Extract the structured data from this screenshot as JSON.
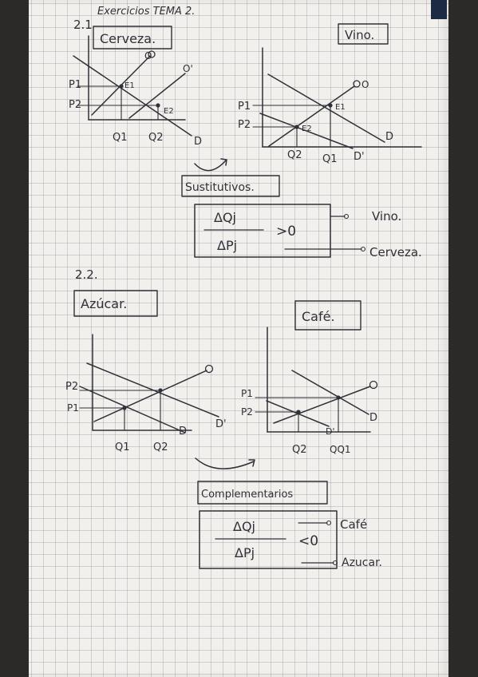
{
  "heading": "Exercicios TEMA 2.",
  "exercise1": {
    "number": "2.1",
    "graph_left": {
      "title": "Cerveza.",
      "price_labels": [
        "P1",
        "P2"
      ],
      "quantity_labels": [
        "Q1",
        "Q2"
      ],
      "point_labels": [
        "E1",
        "E2"
      ],
      "curve_labels": [
        "O",
        "O'",
        "D"
      ]
    },
    "graph_right": {
      "title": "Vino.",
      "price_labels": [
        "P1",
        "P2"
      ],
      "quantity_labels": [
        "Q2",
        "Q1"
      ],
      "point_labels": [
        "E1",
        "E2"
      ],
      "curve_labels": [
        "O",
        "D",
        "D'"
      ]
    },
    "relation": "Sustitutivos.",
    "formula": {
      "numerator": "ΔQj",
      "denominator": "ΔPj",
      "comparison": ">0"
    },
    "arrow_labels": [
      "Vino.",
      "Cerveza."
    ]
  },
  "exercise2": {
    "number": "2.2.",
    "graph_left": {
      "title": "Azúcar.",
      "price_labels": [
        "P2",
        "P1"
      ],
      "quantity_labels": [
        "Q1",
        "Q2"
      ],
      "curve_labels": [
        "O",
        "D",
        "D'"
      ]
    },
    "graph_right": {
      "title": "Café.",
      "price_labels": [
        "P1",
        "P2"
      ],
      "quantity_labels": [
        "Q2",
        "QQ1"
      ],
      "curve_labels": [
        "O",
        "D",
        "D'"
      ]
    },
    "relation": "Complementarios",
    "formula": {
      "numerator": "ΔQj",
      "denominator": "ΔPj",
      "comparison": "<0"
    },
    "arrow_labels": [
      "Café",
      "Azucar."
    ]
  }
}
